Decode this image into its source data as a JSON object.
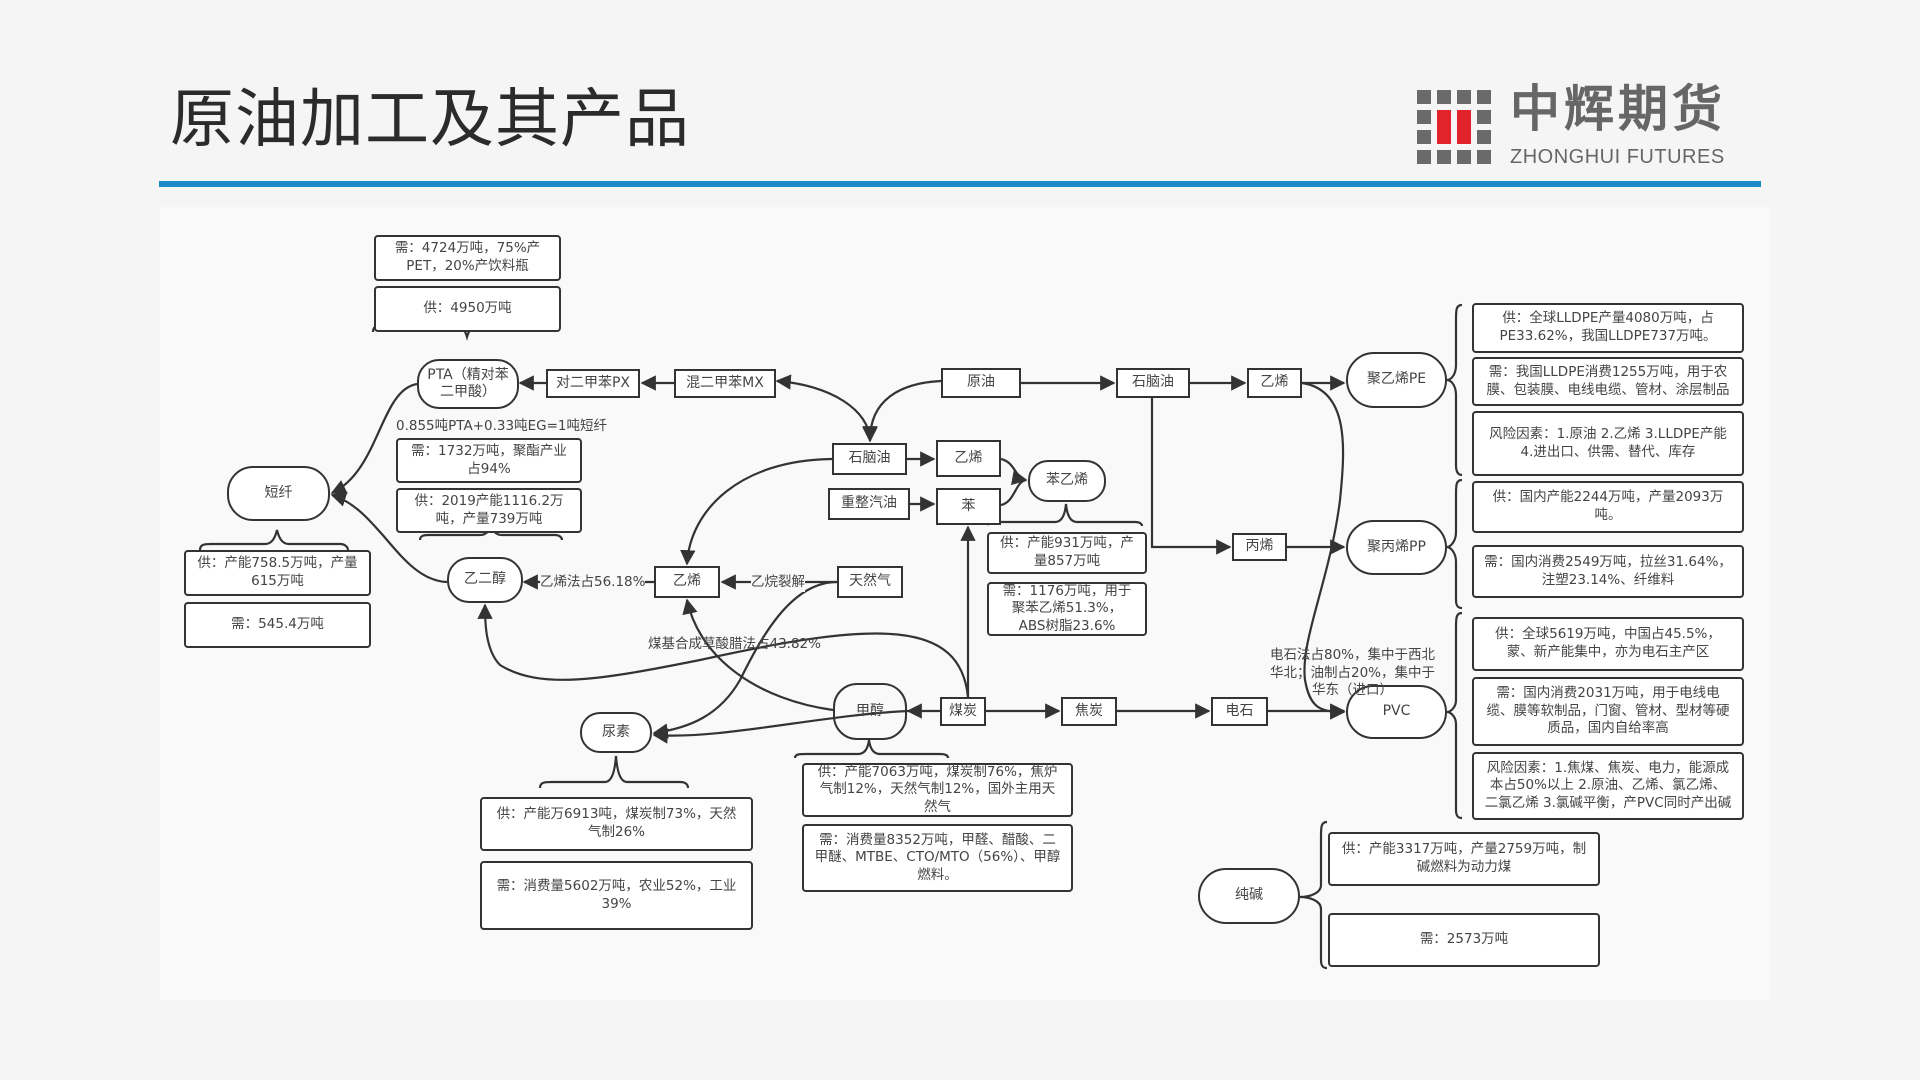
{
  "page": {
    "title": "原油加工及其产品"
  },
  "logo": {
    "name_cn": "中辉期货",
    "name_en": "ZHONGHUI FUTURES",
    "colors": {
      "gray": "#6a6a6a",
      "red": "#e3232b"
    }
  },
  "accent_color": "#1f8ac8",
  "nodes": {
    "pta": "PTA（精对苯二甲酸）",
    "px": "对二甲苯PX",
    "mx": "混二甲苯MX",
    "crude_oil": "原油",
    "naphtha_top": "石脑油",
    "ethylene_top": "乙烯",
    "pe": "聚乙烯PE",
    "staple_fiber": "短纤",
    "meg": "乙二醇",
    "ethylene_mid": "乙烯",
    "natural_gas": "天然气",
    "naphtha_mid": "石脑油",
    "ethylene_small": "乙烯",
    "reformate": "重整汽油",
    "benzene": "苯",
    "styrene": "苯乙烯",
    "propylene": "丙烯",
    "pp": "聚丙烯PP",
    "urea": "尿素",
    "methanol": "甲醇",
    "coal": "煤炭",
    "coke": "焦炭",
    "calcium_carbide": "电石",
    "pvc": "PVC",
    "soda_ash": "纯碱"
  },
  "edge_labels": {
    "ethylene_to_meg": "乙烯法占56.18%",
    "ethane_cracking": "乙烷裂解",
    "coal_oxalate": "煤基合成草酸腊法占43.82%",
    "fiber_formula": "0.855吨PTA+0.33吨EG=1吨短纤",
    "pvc_process": "电石法占80%，集中于西北华北；油制占20%，集中于华东（进口）"
  },
  "notes": {
    "pta_demand": "需：4724万吨，75%产PET，20%产饮料瓶",
    "pta_supply": "供：4950万吨",
    "meg_demand": "需：1732万吨，聚酯产业占94%",
    "meg_supply": "供：2019产能1116.2万吨，产量739万吨",
    "fiber_supply": "供：产能758.5万吨，产量615万吨",
    "fiber_demand": "需：545.4万吨",
    "styrene_supply": "供：产能931万吨，产量857万吨",
    "styrene_demand": "需：1176万吨，用于聚苯乙烯51.3%，ABS树脂23.6%",
    "urea_supply": "供：产能万6913吨，煤炭制73%，天然气制26%",
    "urea_demand": "需：消费量5602万吨，农业52%，工业39%",
    "methanol_supply": "供：产能7063万吨，煤炭制76%，焦炉气制12%，天然气制12%，国外主用天然气",
    "methanol_demand": "需：消费量8352万吨，甲醛、醋酸、二甲醚、MTBE、CTO/MTO（56%）、甲醇燃料。",
    "pe_supply": "供：全球LLDPE产量4080万吨，占PE33.62%，我国LLDPE737万吨。",
    "pe_demand": "需：我国LLDPE消费1255万吨，用于农膜、包装膜、电线电缆、管材、涂层制品",
    "pe_risk": "风险因素：1.原油 2.乙烯 3.LLDPE产能 4.进出口、供需、替代、库存",
    "pp_supply": "供：国内产能2244万吨，产量2093万吨。",
    "pp_demand": "需：国内消费2549万吨，拉丝31.64%，注塑23.14%、纤维料",
    "pvc_supply": "供：全球5619万吨，中国占45.5%，蒙、新产能集中，亦为电石主产区",
    "pvc_demand": "需：国内消费2031万吨，用于电线电缆、膜等软制品，门窗、管材、型材等硬质品，国内自给率高",
    "pvc_risk": "风险因素：1.焦煤、焦炭、电力，能源成本占50%以上 2.原油、乙烯、氯乙烯、二氯乙烯 3.氯碱平衡，产PVC同时产出碱",
    "soda_supply": "供：产能3317万吨，产量2759万吨，制碱燃料为动力煤",
    "soda_demand": "需：2573万吨"
  }
}
